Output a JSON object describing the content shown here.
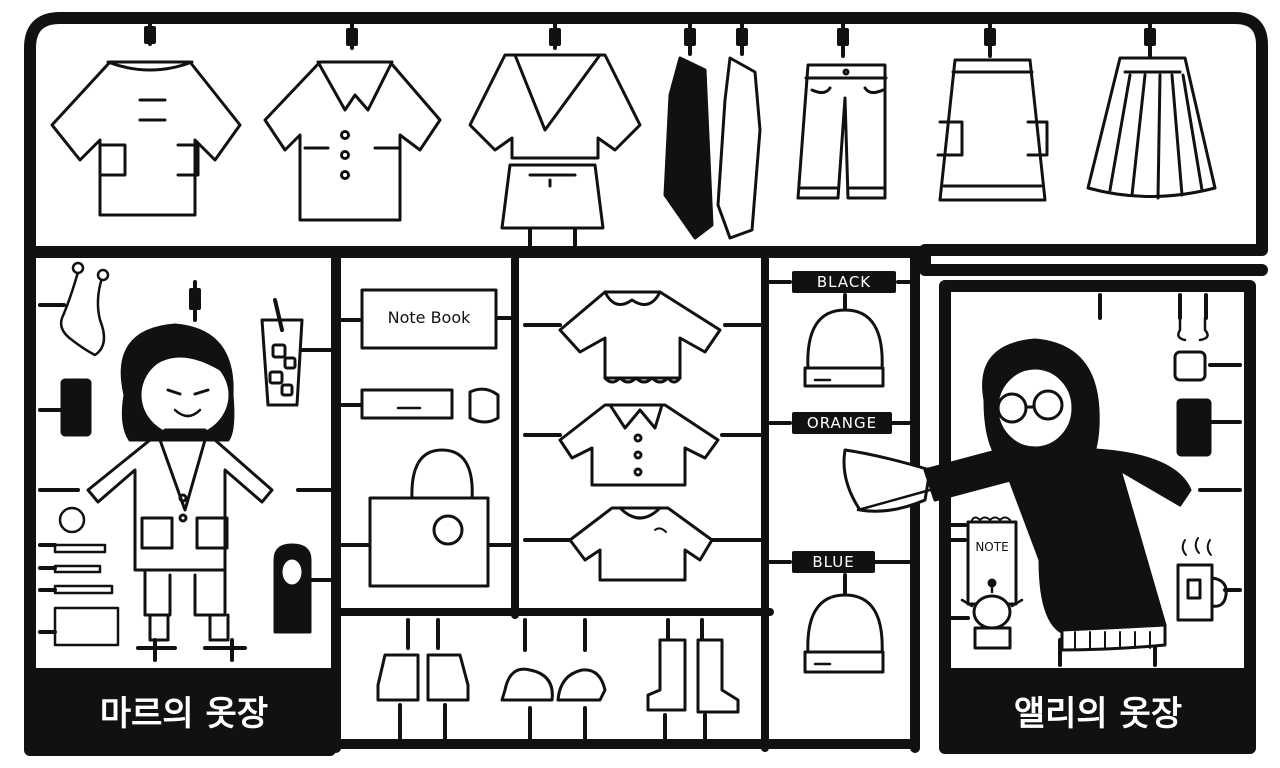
{
  "wardrobes": {
    "left_title": "마르의 옷장",
    "right_title": "앨리의 옷장"
  },
  "items": {
    "notebook_label": "Note Book",
    "note_label": "NOTE"
  },
  "hat_labels": {
    "black": "BLACK",
    "orange": "ORANGE",
    "blue": "BLUE"
  },
  "colors": {
    "frame": "#111111",
    "background": "#ffffff"
  }
}
